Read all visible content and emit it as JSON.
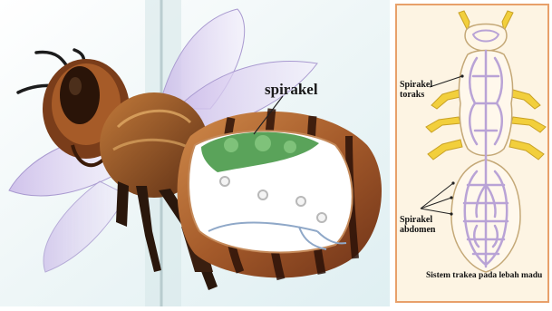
{
  "bee_illustration": {
    "label": "spirakel"
  },
  "trachea_diagram": {
    "label_thorax": "Spirakel toraks",
    "label_abdomen": "Spirakel abdomen",
    "caption": "Sistem trakea pada lebah madu",
    "colors": {
      "frame_border": "#e8a06a",
      "background": "#fdf4e3",
      "trachea": "#b9a3d6",
      "legs": "#f2cf3c"
    }
  }
}
